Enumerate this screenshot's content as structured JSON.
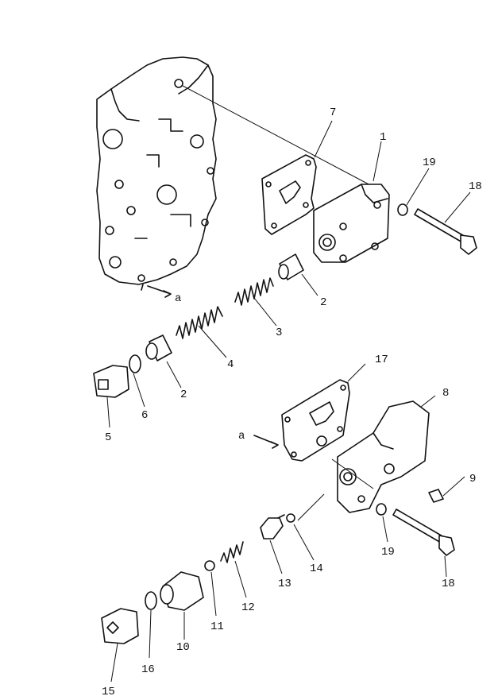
{
  "diagram": {
    "labels": [
      {
        "id": "1",
        "text": "1"
      },
      {
        "id": "2a",
        "text": "2"
      },
      {
        "id": "2b",
        "text": "2"
      },
      {
        "id": "3",
        "text": "3"
      },
      {
        "id": "4",
        "text": "4"
      },
      {
        "id": "5",
        "text": "5"
      },
      {
        "id": "6",
        "text": "6"
      },
      {
        "id": "7",
        "text": "7"
      },
      {
        "id": "8",
        "text": "8"
      },
      {
        "id": "9",
        "text": "9"
      },
      {
        "id": "10",
        "text": "10"
      },
      {
        "id": "11",
        "text": "11"
      },
      {
        "id": "12",
        "text": "12"
      },
      {
        "id": "13",
        "text": "13"
      },
      {
        "id": "14",
        "text": "14"
      },
      {
        "id": "15",
        "text": "15"
      },
      {
        "id": "16",
        "text": "16"
      },
      {
        "id": "17",
        "text": "17"
      },
      {
        "id": "18a",
        "text": "18"
      },
      {
        "id": "18b",
        "text": "18"
      },
      {
        "id": "19a",
        "text": "19"
      },
      {
        "id": "19b",
        "text": "19"
      },
      {
        "id": "a1",
        "text": "a"
      },
      {
        "id": "a2",
        "text": "a"
      }
    ]
  }
}
